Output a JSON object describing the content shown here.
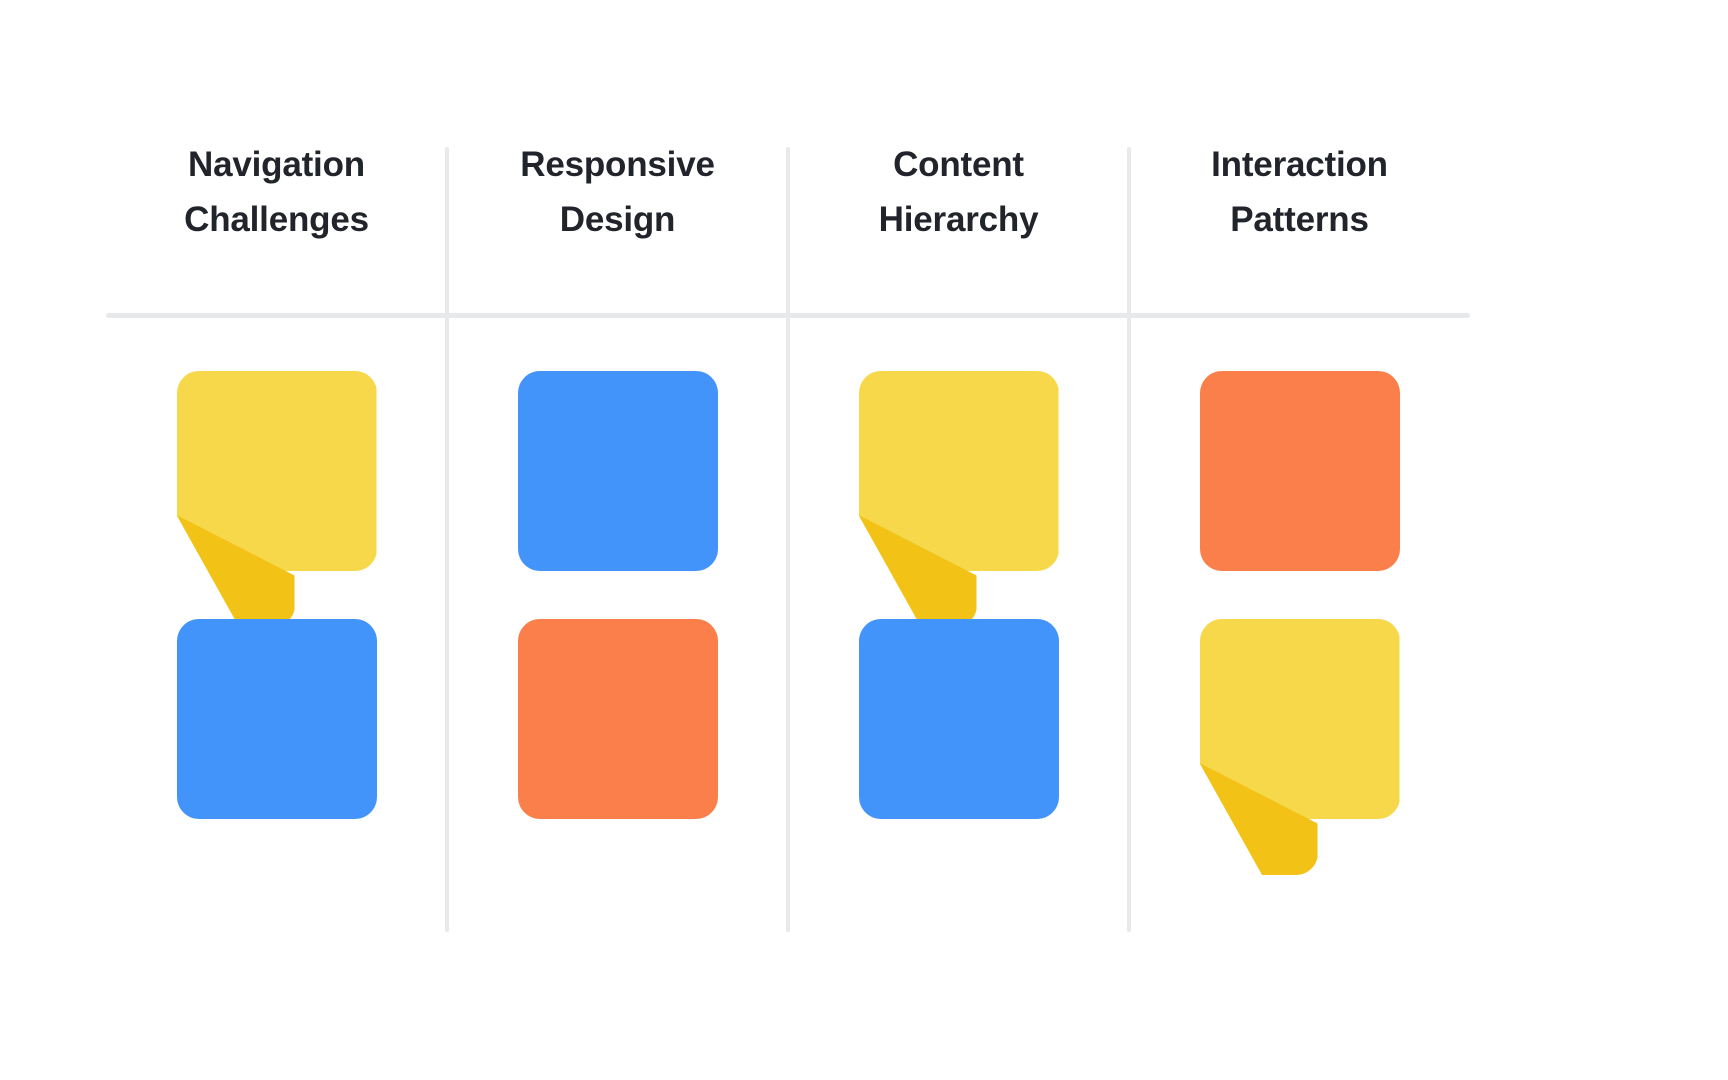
{
  "board": {
    "background_color": "#ffffff",
    "divider_color": "#e8e9eb",
    "title_color": "#21242b"
  },
  "palette": {
    "yellow": "#f7d84a",
    "yellow_fold": "#f2c316",
    "blue": "#4294fb",
    "orange": "#fb7f4a"
  },
  "columns": [
    {
      "title": "Navigation\nChallenges",
      "notes": [
        {
          "color_name": "yellow",
          "color": "#f7d84a",
          "folded": true,
          "label": ""
        },
        {
          "color_name": "blue",
          "color": "#4294fb",
          "folded": false,
          "label": ""
        }
      ]
    },
    {
      "title": "Responsive\nDesign",
      "notes": [
        {
          "color_name": "blue",
          "color": "#4294fb",
          "folded": false,
          "label": ""
        },
        {
          "color_name": "orange",
          "color": "#fb7f4a",
          "folded": false,
          "label": ""
        }
      ]
    },
    {
      "title": "Content\nHierarchy",
      "notes": [
        {
          "color_name": "yellow",
          "color": "#f7d84a",
          "folded": true,
          "label": ""
        },
        {
          "color_name": "blue",
          "color": "#4294fb",
          "folded": false,
          "label": ""
        }
      ]
    },
    {
      "title": "Interaction\nPatterns",
      "notes": [
        {
          "color_name": "orange",
          "color": "#fb7f4a",
          "folded": false,
          "label": ""
        },
        {
          "color_name": "yellow",
          "color": "#f7d84a",
          "folded": true,
          "label": ""
        }
      ]
    }
  ]
}
